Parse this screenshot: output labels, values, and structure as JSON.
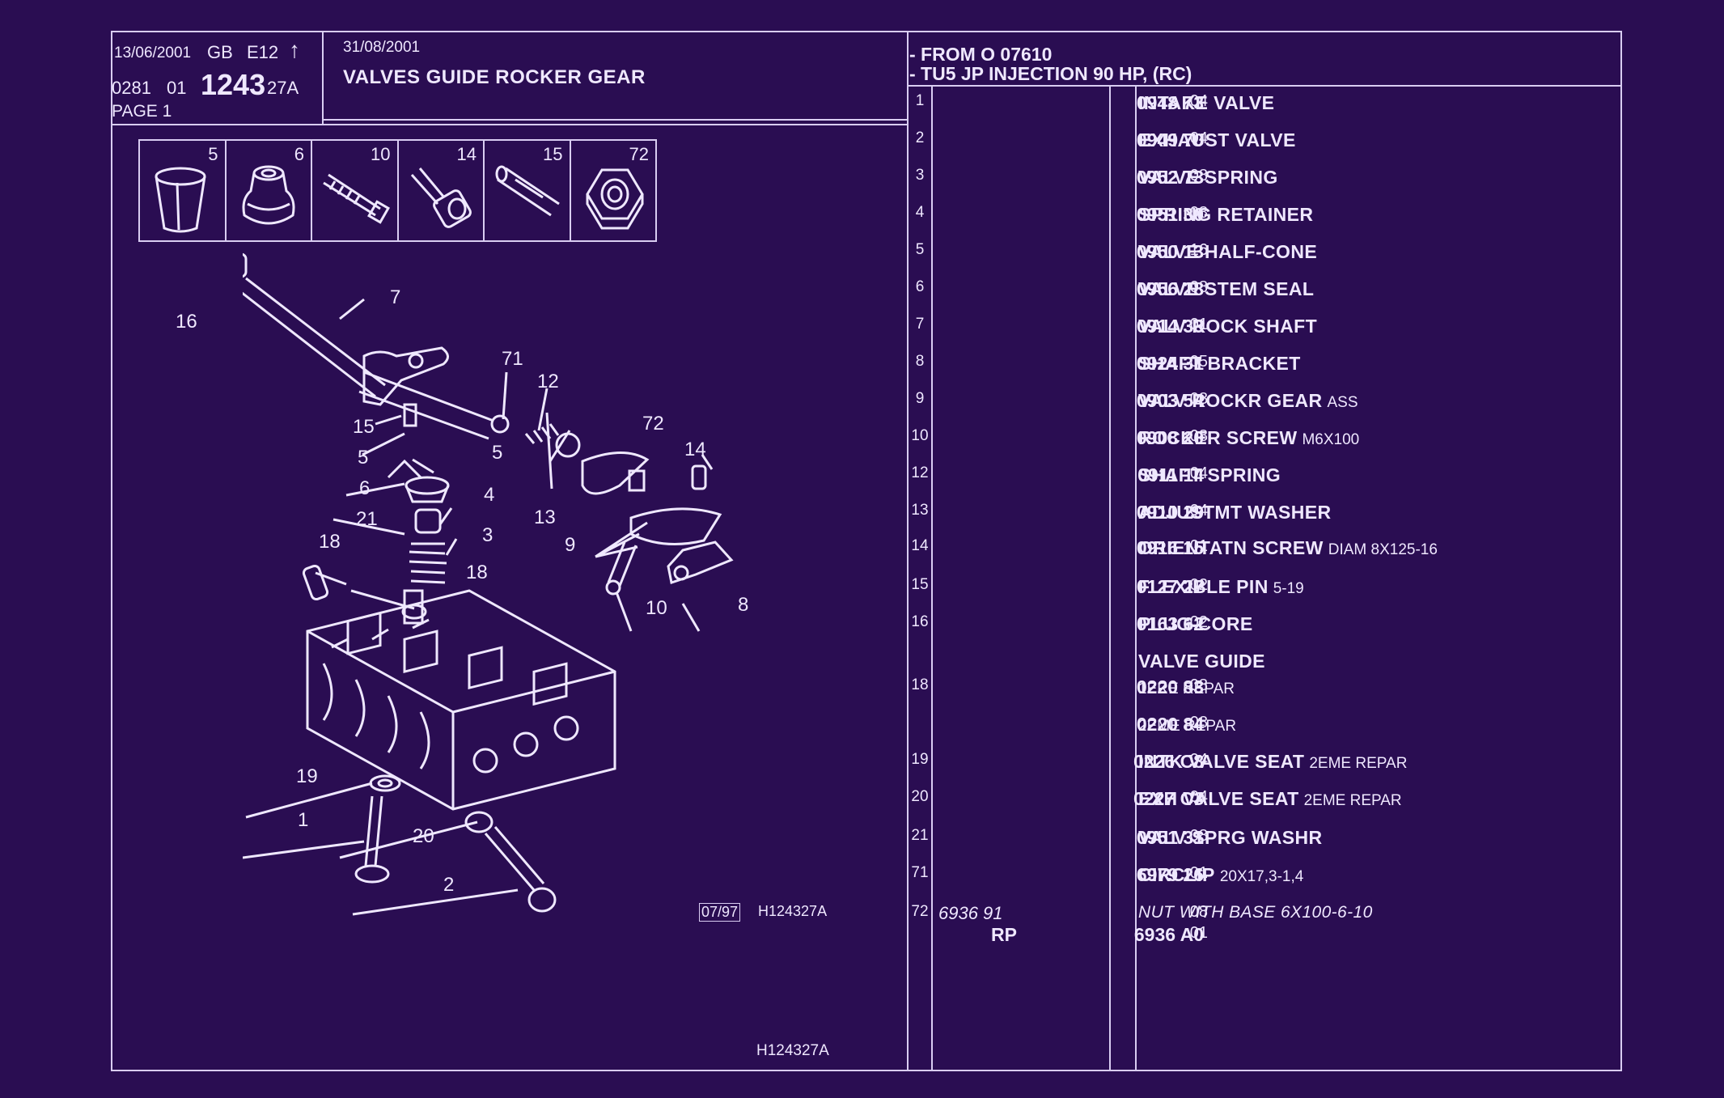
{
  "header": {
    "date_left": "13/06/2001",
    "country": "GB",
    "edition": "E12",
    "arrow": "↑",
    "code": "0281",
    "code2": "01",
    "plate_number": "1243",
    "plate_suffix": "27A",
    "page": "PAGE  1",
    "date_right": "31/08/2001",
    "title": "VALVES GUIDE ROCKER GEAR",
    "applicability_1": "- FROM  O    07610",
    "applicability_2": "- TU5 JP INJECTION 90 HP, (RC)"
  },
  "thumbnails": [
    "5",
    "6",
    "10",
    "14",
    "15",
    "72"
  ],
  "diagram": {
    "callouts": [
      "16",
      "7",
      "71",
      "12",
      "15",
      "5",
      "72",
      "14",
      "5",
      "6",
      "4",
      "13",
      "21",
      "3",
      "9",
      "18",
      "18",
      "10",
      "8",
      "19",
      "1",
      "20",
      "2"
    ],
    "stamp_date": "07/97",
    "stamp_ref": "H124327A",
    "bottom_ref": "H124327A"
  },
  "parts": [
    {
      "item": "1",
      "ref": "0948 73",
      "qty": "04",
      "desc": "INTAKE VALVE",
      "ext": ""
    },
    {
      "item": "2",
      "ref": "0949 70",
      "qty": "04",
      "desc": "EXHAUST VALVE",
      "ext": ""
    },
    {
      "item": "3",
      "ref": "0952 73",
      "qty": "08",
      "desc": "VALVE SPRING",
      "ext": ""
    },
    {
      "item": "4",
      "ref": "0951 30",
      "qty": "08",
      "desc": "SPRING RETAINER",
      "ext": ""
    },
    {
      "item": "5",
      "ref": "0950 13",
      "qty": "16",
      "desc": "VALVE HALF-CONE",
      "ext": ""
    },
    {
      "item": "6",
      "ref": "0956 28",
      "qty": "08",
      "desc": "VALVE STEM SEAL",
      "ext": ""
    },
    {
      "item": "7",
      "ref": "0914 33",
      "qty": "01",
      "desc": "VALV ROCK SHAFT",
      "ext": ""
    },
    {
      "item": "8",
      "ref": "0924 31",
      "qty": "05",
      "desc": "SHAFT BRACKET",
      "ext": ""
    },
    {
      "item": "9",
      "ref": "0903 54",
      "qty": "08",
      "desc": "VALV ROCKR GEAR",
      "ext": "ASS"
    },
    {
      "item": "10",
      "ref": "0908 20",
      "qty": "08",
      "desc": "ROCKER SCREW",
      "ext": "M6X100"
    },
    {
      "item": "12",
      "ref": "0911 14",
      "qty": "04",
      "desc": "SHAFT SPRING",
      "ext": ""
    },
    {
      "item": "13",
      "ref": "0910 29",
      "qty": "04",
      "desc": "ADJUSTMT WASHER",
      "ext": ""
    },
    {
      "item": "14",
      "ref": "0916 15",
      "qty": "01",
      "desc": "ORIENTATN SCREW",
      "ext": "DIAM 8X125-16"
    },
    {
      "item": "15",
      "ref": "0127 27",
      "qty": "02",
      "desc": "FLEXIBLE PIN",
      "ext": "5-19"
    },
    {
      "item": "16",
      "ref": "0163 62",
      "qty": "02",
      "desc": "PLUG-CORE",
      "ext": ""
    },
    {
      "item": "",
      "ref": "",
      "qty": "",
      "desc": "VALVE GUIDE",
      "ext": ""
    },
    {
      "item": "18",
      "ref": "0220 83",
      "qty": "08",
      "desc": "",
      "ext": "1ERE REPAR"
    },
    {
      "item": "",
      "ref": "0220 84",
      "qty": "08",
      "desc": "",
      "ext": "2EME REPAR"
    },
    {
      "item": "19",
      "ref": "0226 C8",
      "qty": "04",
      "desc": "INTK VALVE SEAT",
      "ext": "2EME REPAR"
    },
    {
      "item": "20",
      "ref": "0227 C3",
      "qty": "04",
      "desc": "EXH VALVE SEAT",
      "ext": "2EME REPAR"
    },
    {
      "item": "21",
      "ref": "0951 31",
      "qty": "08",
      "desc": "VALV SPRG WASHR",
      "ext": ""
    },
    {
      "item": "71",
      "ref": "6979 26",
      "qty": "01",
      "desc": "CIRCLIP",
      "ext": "20X17,3-1,4"
    }
  ],
  "last_part": {
    "item": "72",
    "old_ref": "6936 91",
    "qty1": "08",
    "desc": "NUT WITH BASE 6X100-6-10",
    "rp_label": "RP",
    "new_ref": "6936 A0",
    "qty2": "01"
  },
  "colors": {
    "background": "#2a0d52",
    "ink": "#efe8ff",
    "rule": "#d9cdf2"
  }
}
